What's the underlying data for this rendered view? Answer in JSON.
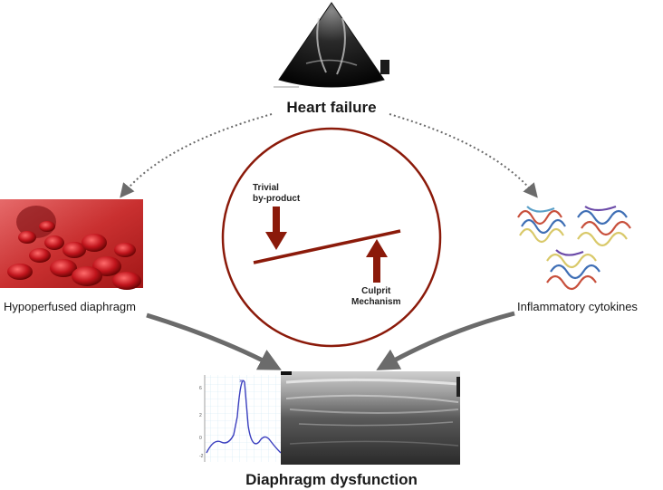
{
  "header": {
    "title": "Heart failure"
  },
  "footer": {
    "title": "Diaphragm dysfunction"
  },
  "left": {
    "label": "Hypoperfused diaphragm"
  },
  "right": {
    "label": "Inflammatory cytokines"
  },
  "balance": {
    "left_label_line1": "Trivial",
    "left_label_line2": "by-product",
    "right_label_line1": "Culprit",
    "right_label_line2": "Mechanism"
  },
  "colors": {
    "accent": "#8b1a0a",
    "connector_gray": "#6b6b6b",
    "blood_red": "#b3141c"
  },
  "icons": {
    "echo": "echocardiogram-image",
    "blood": "red-blood-cells-image",
    "protein": "cytokine-protein-structure-image",
    "ultrasound": "diaphragm-ultrasound-image",
    "trace": "emg-signal-trace"
  }
}
